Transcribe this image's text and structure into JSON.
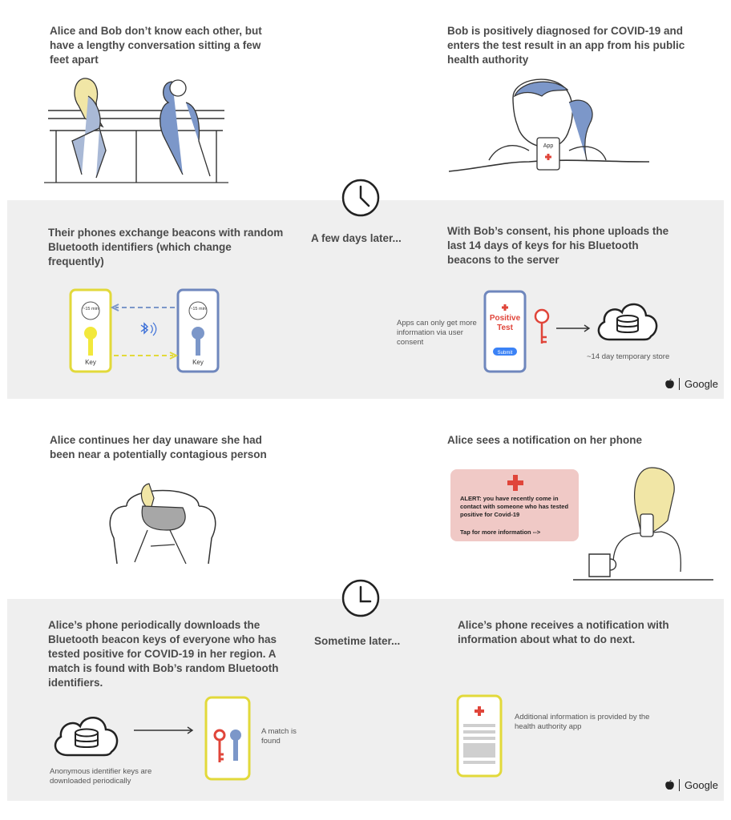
{
  "panels": {
    "p1": {
      "caption": "Alice and Bob don’t know each other, but have a lengthy conversation sitting a few feet apart"
    },
    "p2": {
      "caption": "Bob is positively diagnosed for COVID-19 and enters the test result in an app from his public health authority",
      "phone_label": "App"
    },
    "p3": {
      "caption": "Their phones exchange beacons with random Bluetooth identifiers (which change frequently)",
      "timer_text": "~15 min",
      "key_label": "Key"
    },
    "p4": {
      "caption": "With Bob’s consent, his phone uploads the last 14 days of keys for his Bluetooth beacons to the server",
      "consent_note": "Apps can only get more information via user consent",
      "positive_test": "Positive Test",
      "submit_label": "Submit",
      "store_label": "~14 day temporary store"
    },
    "p5": {
      "caption": "Alice continues her day unaware she had been near a potentially contagious person"
    },
    "p6": {
      "caption": "Alice sees a notification on her phone",
      "alert_text": "ALERT:  you have recently come in contact with someone who has tested positive for Covid-19",
      "alert_tap": "Tap for more information -->"
    },
    "p7": {
      "caption": "Alice’s phone periodically downloads the Bluetooth beacon keys of everyone who has tested positive for COVID-19 in her region. A match is found with Bob’s random Bluetooth identifiers.",
      "download_note": "Anonymous identifier keys are downloaded periodically",
      "match_note": "A match is found"
    },
    "p8": {
      "caption": "Alice’s phone receives a notification with information about what to do next.",
      "info_note": "Additional information is provided by the health authority app"
    }
  },
  "transitions": {
    "first": "A few days later...",
    "second": "Sometime later..."
  },
  "brand": {
    "label": "Google"
  },
  "colors": {
    "band": "#efefef",
    "yellow": "#f2e83c",
    "blue": "#7c97c9",
    "red": "#e0453a",
    "alert_bg": "#f0c9c6",
    "text": "#4a4a4a"
  }
}
